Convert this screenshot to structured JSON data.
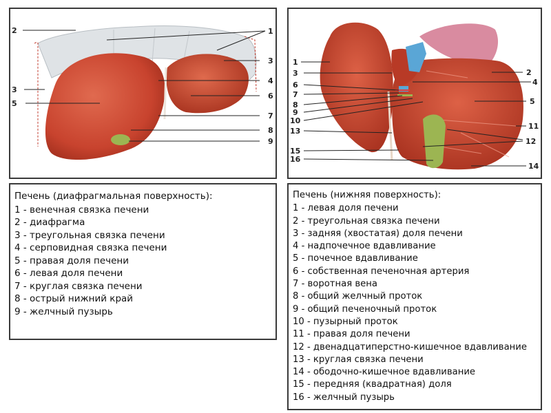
{
  "left_figure": {
    "labels": [
      "1",
      "2",
      "3",
      "3",
      "4",
      "5",
      "6",
      "7",
      "8",
      "9"
    ]
  },
  "right_figure": {
    "labels": [
      "1",
      "2",
      "3",
      "4",
      "5",
      "6",
      "7",
      "8",
      "9",
      "10",
      "11",
      "12",
      "13",
      "14",
      "15",
      "16"
    ]
  },
  "left_legend": {
    "title": "Печень (диафрагмальная поверхность):",
    "items": [
      "1 - венечная связка печени",
      "2 - диафрагма",
      "3 - треугольная связка печени",
      "4 - серповидная связка печени",
      "5 - правая доля печени",
      "6 - левая доля печени",
      "7 - круглая связка печени",
      "8 - острый нижний край",
      "9 - желчный пузырь"
    ]
  },
  "right_legend": {
    "title": "Печень (нижняя поверхность):",
    "items": [
      "1 - левая доля печени",
      "2 - треугольная связка печени",
      "3 - задняя (хвостатая) доля печени",
      "4 - надпочечное вдавливание",
      "5 - почечное вдавливание",
      "6 - собственная печеночная артерия",
      "7 - воротная вена",
      "8 - общий желчный проток",
      "9 - общий печеночный проток",
      "10 - пузырный проток",
      "11 - правая доля печени",
      "12 - двенадцатиперстно-кишечное вдавливание",
      "13 - круглая связка печени",
      "14 - ободочно-кишечное вдавливание",
      "15 - передняя (квадратная) доля",
      "16 - желчный пузырь"
    ]
  },
  "colors": {
    "liver": "#c8432e",
    "liver_dark": "#a8301f",
    "diaphragm": "#d9dde0",
    "gallbladder": "#9cb552",
    "vein": "#5aa6d6",
    "ligament_pink": "#d98ba0"
  }
}
